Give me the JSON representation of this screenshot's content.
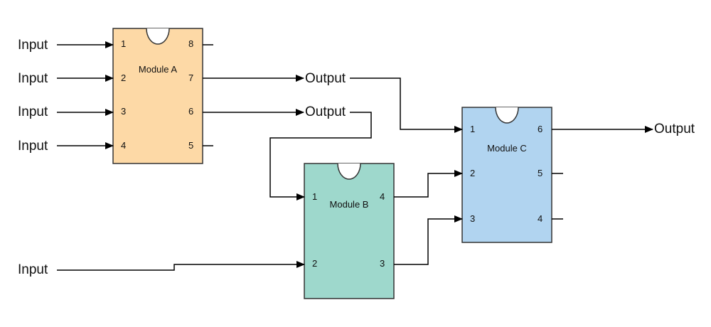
{
  "modules": {
    "a": {
      "name": "Module A",
      "color": "#FDD9A6",
      "pins": {
        "p1": "1",
        "p2": "2",
        "p3": "3",
        "p4": "4",
        "p5": "5",
        "p6": "6",
        "p7": "7",
        "p8": "8"
      }
    },
    "b": {
      "name": "Module B",
      "color": "#9ED8CC",
      "pins": {
        "p1": "1",
        "p2": "2",
        "p3": "3",
        "p4": "4"
      }
    },
    "c": {
      "name": "Module C",
      "color": "#B1D4F0",
      "pins": {
        "p1": "1",
        "p2": "2",
        "p3": "3",
        "p4": "4",
        "p5": "5",
        "p6": "6"
      }
    }
  },
  "labels": {
    "inputs": [
      "Input",
      "Input",
      "Input",
      "Input",
      "Input"
    ],
    "outputs": [
      "Output",
      "Output",
      "Output"
    ]
  },
  "connections": [
    {
      "from": "Input",
      "to": "Module A pin 1"
    },
    {
      "from": "Input",
      "to": "Module A pin 2"
    },
    {
      "from": "Input",
      "to": "Module A pin 3"
    },
    {
      "from": "Input",
      "to": "Module A pin 4"
    },
    {
      "from": "Module A pin 7",
      "to": "Output"
    },
    {
      "from": "Module A pin 6",
      "to": "Output"
    },
    {
      "from": "Output (A pin 7)",
      "to": "Module C pin 1"
    },
    {
      "from": "Output (A pin 6)",
      "to": "Module B pin 1"
    },
    {
      "from": "Input",
      "to": "Module B pin 2"
    },
    {
      "from": "Module B pin 4",
      "to": "Module C pin 2"
    },
    {
      "from": "Module B pin 3",
      "to": "Module C pin 3"
    },
    {
      "from": "Module C pin 6",
      "to": "Output"
    }
  ]
}
